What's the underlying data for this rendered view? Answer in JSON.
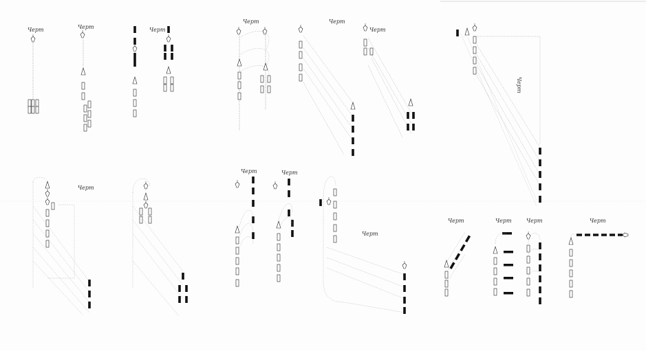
{
  "plate": {
    "panels": [
      {
        "id": "f1",
        "label": "Черт"
      },
      {
        "id": "f2",
        "label": "Черт"
      },
      {
        "id": "f3",
        "label": "Черт"
      },
      {
        "id": "f4",
        "label": "Черт"
      },
      {
        "id": "f5",
        "label": "Черт"
      },
      {
        "id": "f6",
        "label": "Черт"
      },
      {
        "id": "f7",
        "label": "Черт"
      },
      {
        "id": "f8",
        "label": "Черт"
      },
      {
        "id": "f9",
        "label": "Черт"
      },
      {
        "id": "f10",
        "label": "Черт"
      },
      {
        "id": "f11",
        "label": "Черт"
      },
      {
        "id": "f12",
        "label": "Черт"
      },
      {
        "id": "f13",
        "label": "Черт"
      },
      {
        "id": "f14",
        "label": "Черт"
      },
      {
        "id": "f15",
        "label": "Черт"
      }
    ],
    "colors": {
      "ink": "#111111",
      "line": "#777777",
      "paper": "#fdfdfd",
      "fold": "#cccccc"
    }
  }
}
